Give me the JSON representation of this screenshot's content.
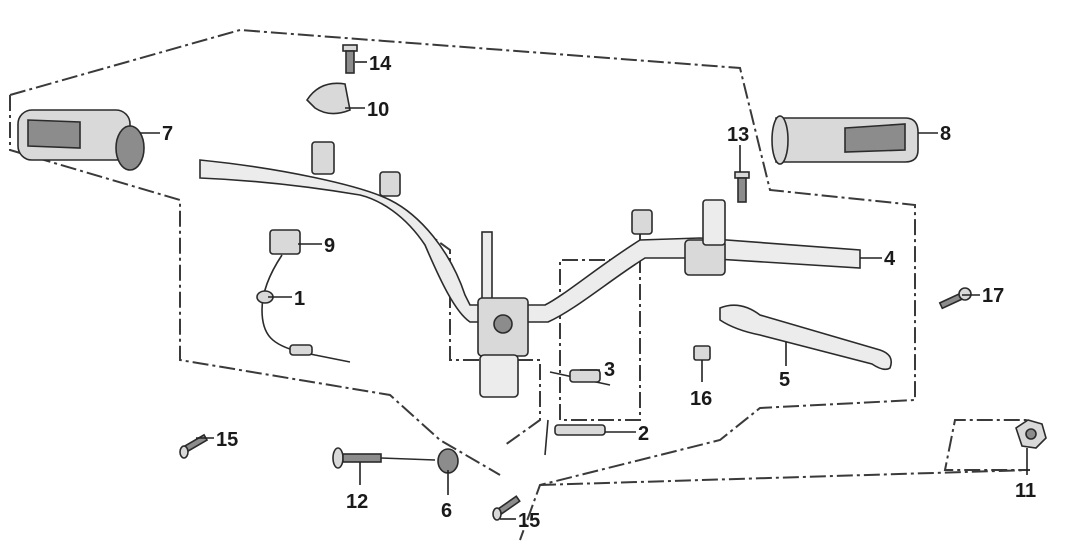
{
  "diagram": {
    "callouts": [
      {
        "id": "c1",
        "label": "1"
      },
      {
        "id": "c2",
        "label": "2"
      },
      {
        "id": "c3",
        "label": "3"
      },
      {
        "id": "c4",
        "label": "4"
      },
      {
        "id": "c5",
        "label": "5"
      },
      {
        "id": "c6",
        "label": "6"
      },
      {
        "id": "c7",
        "label": "7"
      },
      {
        "id": "c8",
        "label": "8"
      },
      {
        "id": "c9",
        "label": "9"
      },
      {
        "id": "c10",
        "label": "10"
      },
      {
        "id": "c11",
        "label": "11"
      },
      {
        "id": "c12",
        "label": "12"
      },
      {
        "id": "c13",
        "label": "13"
      },
      {
        "id": "c14",
        "label": "14"
      },
      {
        "id": "c15a",
        "label": "15"
      },
      {
        "id": "c15b",
        "label": "15"
      },
      {
        "id": "c16",
        "label": "16"
      },
      {
        "id": "c17",
        "label": "17"
      }
    ],
    "colors": {
      "ink": "#1a1a1a",
      "part_fill": "#d9d9d9",
      "background": "#ffffff"
    }
  }
}
